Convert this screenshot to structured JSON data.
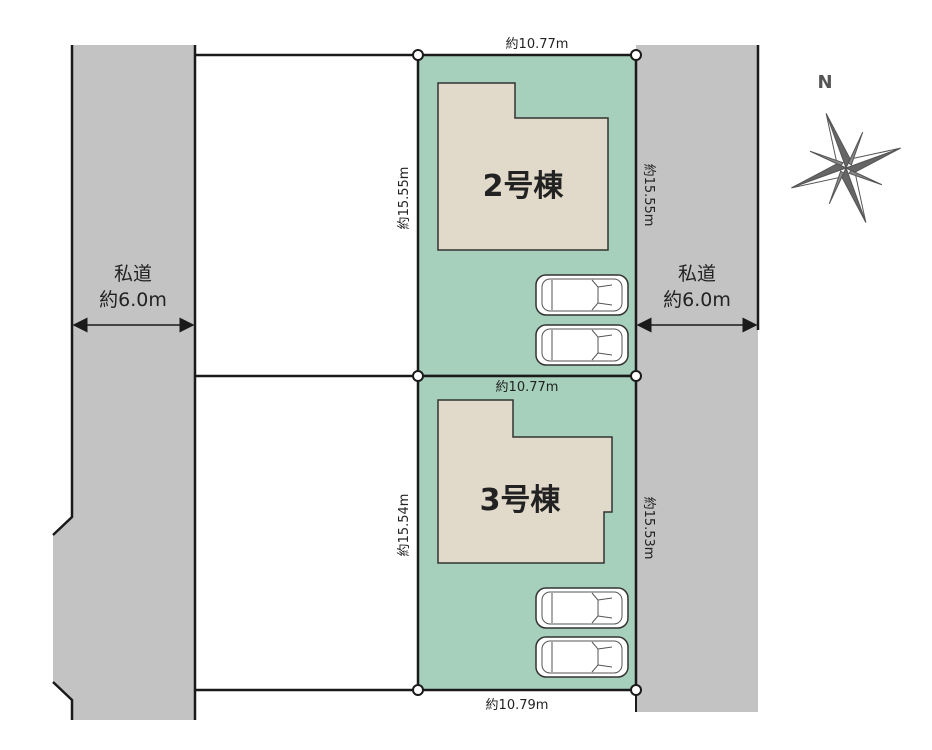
{
  "colors": {
    "lot": "#a6d0bc",
    "road": "#c3c3c3",
    "building": "#e1d9c9",
    "line": "#1a1a1a"
  },
  "compass": {
    "label": "N"
  },
  "roads": {
    "left": {
      "name": "私道",
      "width": "約6.0m"
    },
    "right": {
      "name": "私道",
      "width": "約6.0m"
    }
  },
  "lots": [
    {
      "building": "2号棟",
      "top": "約10.77m",
      "left": "約15.55m",
      "right": "約15.55m",
      "bottom": "約10.77m",
      "parking": 2
    },
    {
      "building": "3号棟",
      "left": "約15.54m",
      "right": "約15.53m",
      "bottom": "約10.79m",
      "parking": 2
    }
  ]
}
